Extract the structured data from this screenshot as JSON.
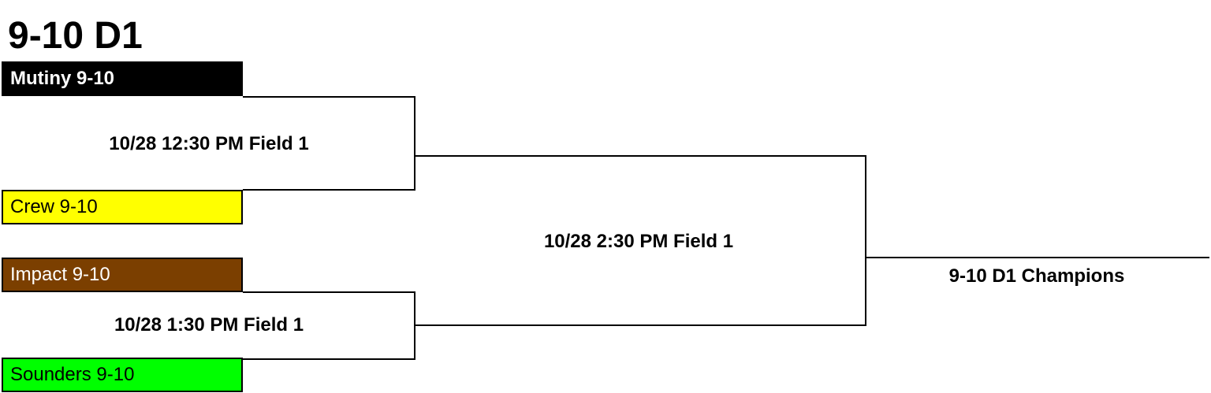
{
  "bracket": {
    "title": "9-10 D1",
    "teams": [
      {
        "name": "Mutiny 9-10",
        "bg": "#000000",
        "fg": "#ffffff"
      },
      {
        "name": "Crew 9-10",
        "bg": "#ffff00",
        "fg": "#000000"
      },
      {
        "name": "Impact 9-10",
        "bg": "#7b3f00",
        "fg": "#ffffff"
      },
      {
        "name": "Sounders 9-10",
        "bg": "#00ff00",
        "fg": "#000000"
      }
    ],
    "games": [
      {
        "label": "10/28 12:30 PM Field 1"
      },
      {
        "label": "10/28 1:30 PM Field 1"
      },
      {
        "label": "10/28 2:30 PM Field 1"
      }
    ],
    "champion_label": "9-10 D1 Champions"
  }
}
